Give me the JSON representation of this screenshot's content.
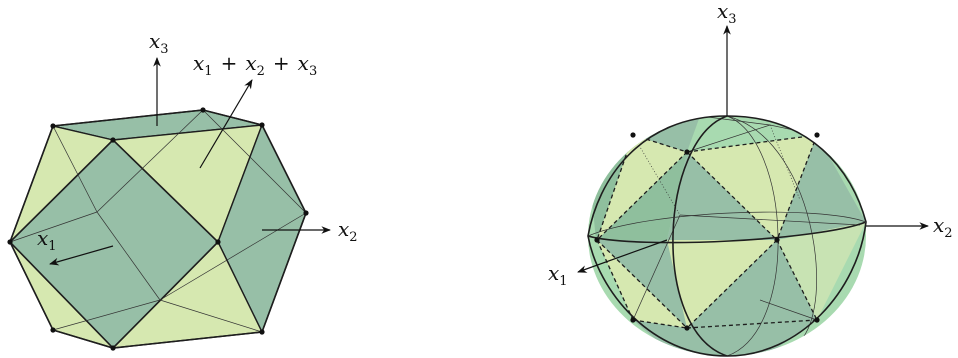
{
  "colors": {
    "dark_face": "#97bfa7",
    "light_face": "#d6e8b0",
    "sphere_face": "#a8dab0",
    "edge": "#1e1e1e"
  },
  "left_figure": {
    "axis_x1": {
      "main": "x",
      "sub": "1"
    },
    "axis_x2": {
      "main": "x",
      "sub": "2"
    },
    "axis_x3": {
      "main": "x",
      "sub": "3"
    },
    "axis_sum": {
      "parts": [
        {
          "main": "x",
          "sub": "1"
        },
        {
          "op": "+"
        },
        {
          "main": "x",
          "sub": "2"
        },
        {
          "op": "+"
        },
        {
          "main": "x",
          "sub": "3"
        }
      ]
    }
  },
  "right_figure": {
    "axis_x1": {
      "main": "x",
      "sub": "1"
    },
    "axis_x2": {
      "main": "x",
      "sub": "2"
    },
    "axis_x3": {
      "main": "x",
      "sub": "3"
    }
  }
}
